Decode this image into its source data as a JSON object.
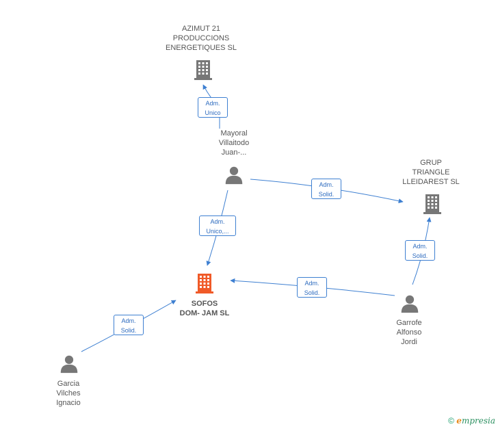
{
  "nodes": {
    "azimut": {
      "lines": [
        "AZIMUT 21",
        "PRODUCCIONS",
        "ENERGETIQUES SL"
      ]
    },
    "grup": {
      "lines": [
        "GRUP",
        "TRIANGLE",
        "LLEIDAREST SL"
      ]
    },
    "sofos": {
      "lines": [
        "SOFOS",
        "DOM- JAM SL"
      ]
    },
    "mayoral": {
      "lines": [
        "Mayoral",
        "Villaitodo",
        "Juan-..."
      ]
    },
    "garrofe": {
      "lines": [
        "Garrofe",
        "Alfonso",
        "Jordi"
      ]
    },
    "garcia": {
      "lines": [
        "Garcia",
        "Vilches",
        "Ignacio"
      ]
    }
  },
  "edges": {
    "mayoral_azimut": [
      "Adm.",
      "Unico"
    ],
    "mayoral_grup": [
      "Adm.",
      "Solid."
    ],
    "mayoral_sofos": [
      "Adm.",
      "Unico,..."
    ],
    "garrofe_grup": [
      "Adm.",
      "Solid."
    ],
    "garrofe_sofos": [
      "Adm.",
      "Solid."
    ],
    "garcia_sofos": [
      "Adm.",
      "Solid."
    ]
  },
  "footer": {
    "copyright": "©",
    "brand_e": "e",
    "brand_rest": "mpresia"
  },
  "colors": {
    "edge": "#3d7fd1",
    "company": "#777777",
    "main_company": "#f05a28",
    "person": "#777777"
  },
  "icons": {
    "company": "building-icon",
    "person": "person-icon"
  }
}
